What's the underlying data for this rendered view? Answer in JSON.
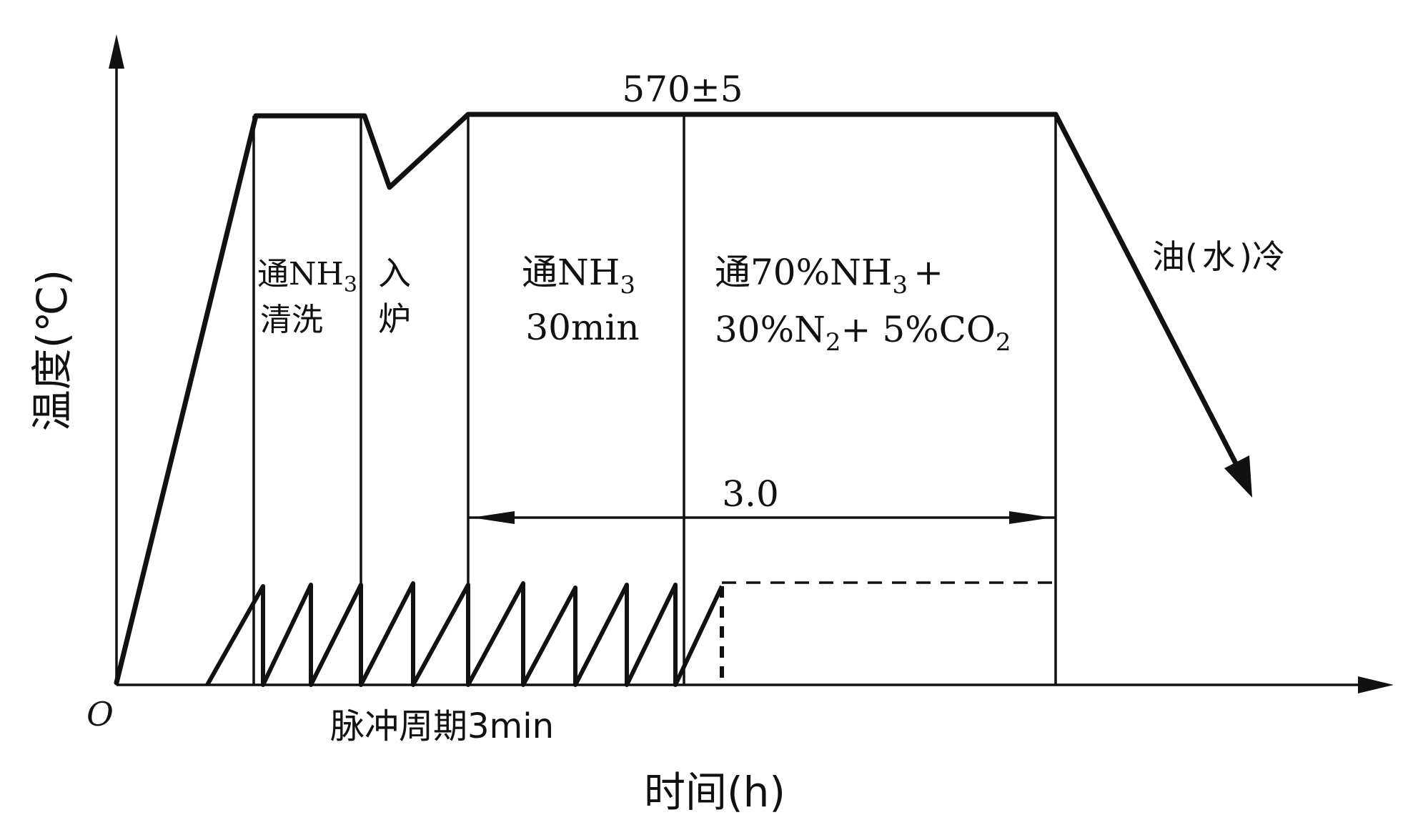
{
  "axes": {
    "y_label": "温度(℃)",
    "x_label": "时间(h)",
    "origin": "O"
  },
  "top_label": "570±5",
  "stages": {
    "nh3_wash": {
      "line1_prefix": "通",
      "line1_formula": "NH",
      "line1_sub": "3",
      "line2": "清洗"
    },
    "load_furnace": {
      "line1": "入",
      "line2": "炉"
    },
    "nh3_30min": {
      "line1_prefix": "通",
      "line1_formula": "NH",
      "line1_sub": "3",
      "line2": "30min"
    },
    "mixed_gas": {
      "line1_prefix": "通",
      "line1_a": "70%NH",
      "line1_sub": "3",
      "line1_b": "+",
      "line2_a": "30%N",
      "line2_sub1": "2",
      "line2_b": "+ 5%CO",
      "line2_sub2": "2"
    }
  },
  "cooling": {
    "prefix": "油(",
    "middle": "水",
    "suffix": ")冷"
  },
  "duration_label": "3.0",
  "pulse_label": "脉冲周期3min"
}
